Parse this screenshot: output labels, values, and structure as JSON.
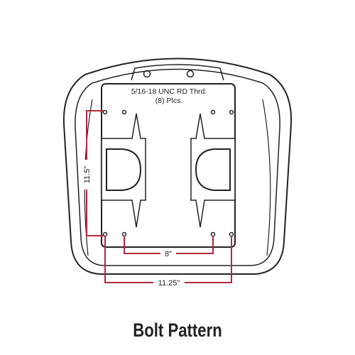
{
  "diagram": {
    "thread_note_line1": "5/16-18 UNC RD Thrd.",
    "thread_note_line2": "(8) Plcs.",
    "dim_vertical": "11.5\"",
    "dim_inner_horizontal": "8\"",
    "dim_outer_horizontal": "11.25\"",
    "dimension_color": "#b5283a",
    "outline_color": "#222222"
  },
  "caption": "Bolt Pattern"
}
